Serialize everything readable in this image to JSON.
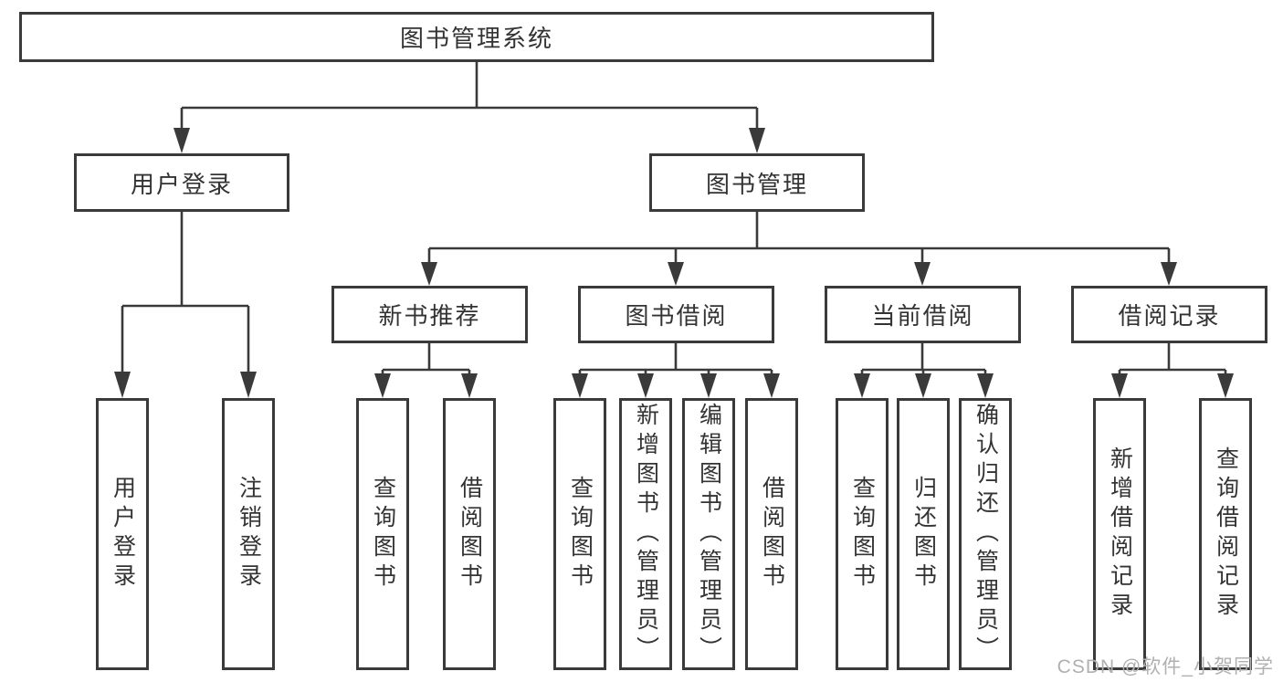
{
  "tree": {
    "label": "图书管理系统",
    "children": [
      {
        "label": "用户登录",
        "children": [
          {
            "label": "用户登录"
          },
          {
            "label": "注销登录"
          }
        ]
      },
      {
        "label": "图书管理",
        "children": [
          {
            "label": "新书推荐",
            "children": [
              {
                "label": "查询图书"
              },
              {
                "label": "借阅图书"
              }
            ]
          },
          {
            "label": "图书借阅",
            "children": [
              {
                "label": "查询图书"
              },
              {
                "label": "新增图书（管理员）"
              },
              {
                "label": "编辑图书（管理员）"
              },
              {
                "label": "借阅图书"
              }
            ]
          },
          {
            "label": "当前借阅",
            "children": [
              {
                "label": "查询图书"
              },
              {
                "label": "归还图书"
              },
              {
                "label": "确认归还（管理员）"
              }
            ]
          },
          {
            "label": "借阅记录",
            "children": [
              {
                "label": "新增借阅记录"
              },
              {
                "label": "查询借阅记录"
              }
            ]
          }
        ]
      }
    ]
  },
  "watermark": "CSDN @软件_小贺同学",
  "colors": {
    "line": "#3a3a3a",
    "text": "#333333",
    "box_background": "#ffffff",
    "watermark_text": "#b0b0b0"
  }
}
